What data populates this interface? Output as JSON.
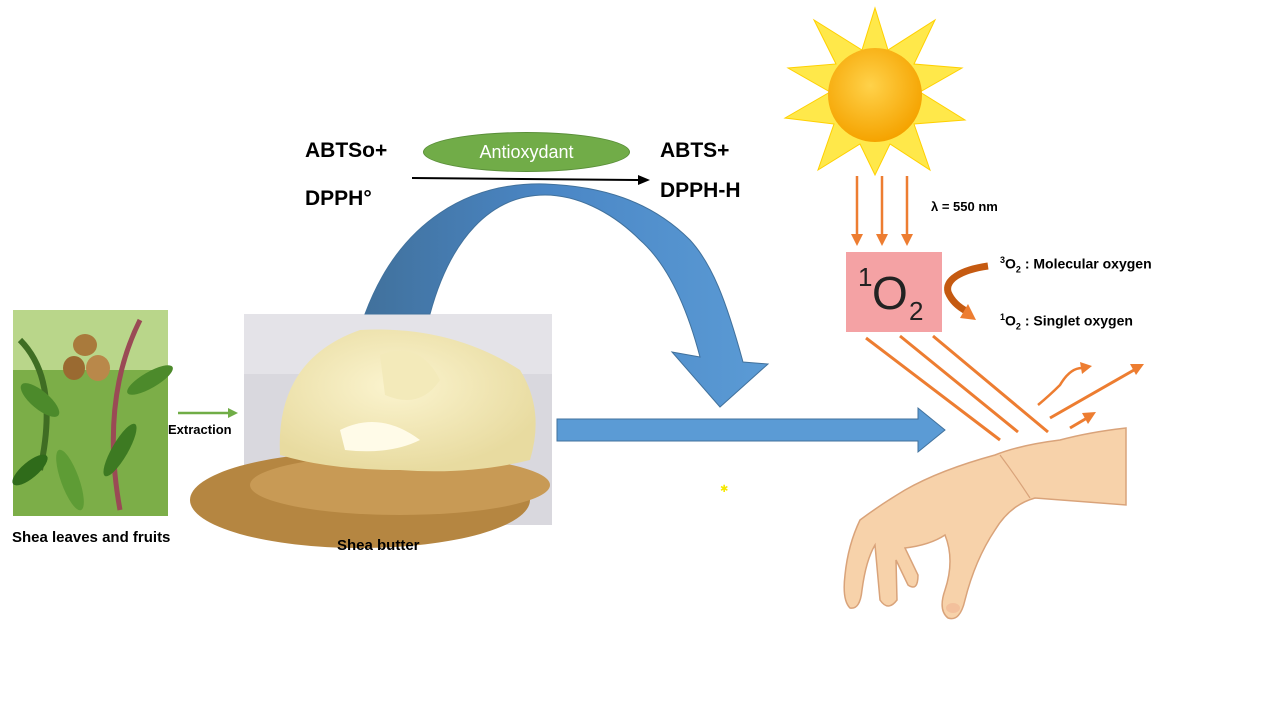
{
  "reaction": {
    "reactant_1": "ABTSo+",
    "reactant_2": "DPPH°",
    "catalyst": "Antioxydant",
    "product_1": "ABTS+",
    "product_2": "DPPH-H"
  },
  "plant": {
    "caption": "Shea leaves and fruits",
    "process_label": "Extraction"
  },
  "butter": {
    "caption": "Shea butter"
  },
  "light": {
    "wavelength": "λ = 550 nm"
  },
  "oxygen": {
    "box_sup": "1",
    "box_symbol": "O",
    "box_sub": "2",
    "triplet_sup": "3",
    "triplet_symbol": "O",
    "triplet_sub": "2",
    "triplet_label": ": Molecular oxygen",
    "singlet_sup": "1",
    "singlet_symbol": "O",
    "singlet_sub": "2",
    "singlet_label": ": Singlet oxygen"
  },
  "colors": {
    "blue_arrow": "#5b9bd5",
    "orange": "#ed7d31",
    "green_pill": "#71ac48",
    "oxygen_box": "#f4a2a4",
    "sun": "#ffd700"
  }
}
